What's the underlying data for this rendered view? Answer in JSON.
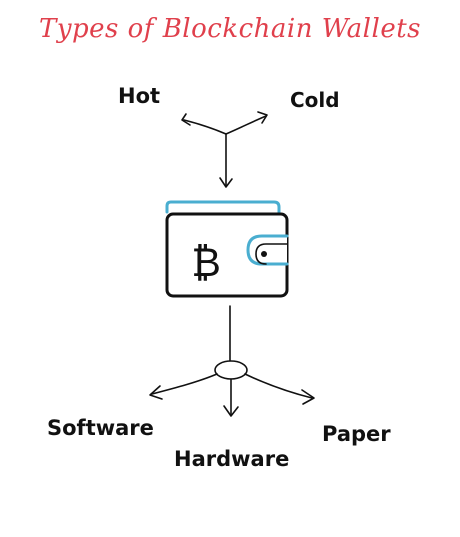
{
  "title": "Types of Blockchain Wallets",
  "top_categories": {
    "hot": "Hot",
    "cold": "Cold"
  },
  "bottom_categories": {
    "software": "Software",
    "hardware": "Hardware",
    "paper": "Paper"
  },
  "icons": {
    "center": "bitcoin-wallet-icon",
    "symbol": "₿"
  },
  "colors": {
    "title": "#e0404c",
    "accent": "#4aaed0",
    "ink": "#111111"
  }
}
